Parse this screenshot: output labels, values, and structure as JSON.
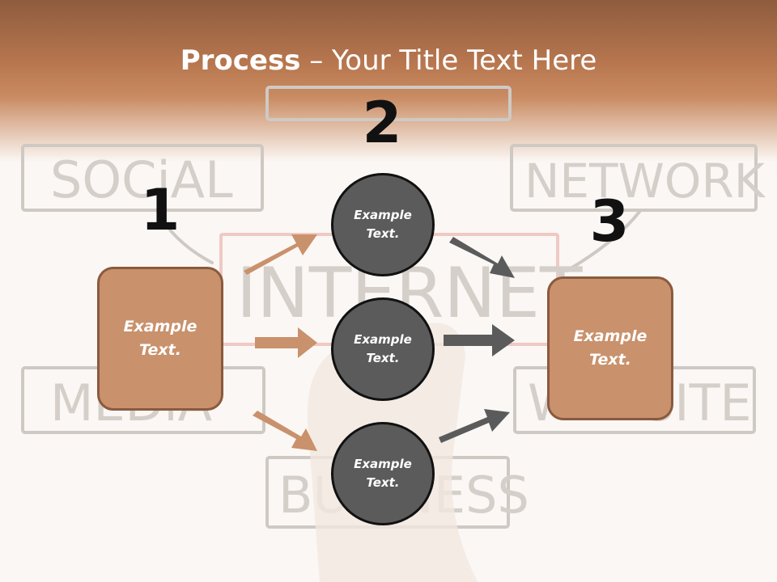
{
  "title": {
    "bold": "Process",
    "rest": " – Your Title Text Here"
  },
  "steps": [
    {
      "number": "1",
      "text": "Example Text."
    },
    {
      "number": "2"
    },
    {
      "number": "3",
      "text": "Example Text."
    }
  ],
  "circles": [
    {
      "text": "Example Text."
    },
    {
      "text": "Example Text."
    },
    {
      "text": "Example Text."
    }
  ],
  "sketch_words": [
    "SOCiAL",
    "NETWORK",
    "INTERNET",
    "MEDiA",
    "WEBSITE",
    "BUSINESS"
  ],
  "colors": {
    "accent_brown": "#c9916c",
    "accent_border": "#8a5a3e",
    "circle_fill": "#5b5b5b",
    "arrow_brown": "#c9916c",
    "arrow_gray": "#5b5b5b",
    "header": "#b8774f"
  }
}
